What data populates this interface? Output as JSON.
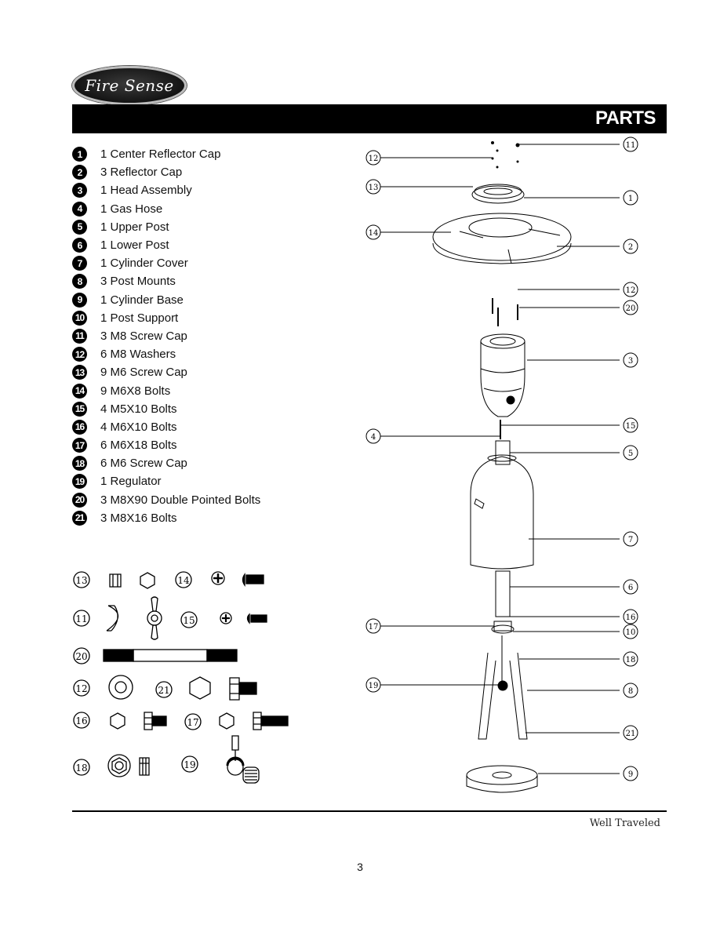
{
  "brand": {
    "logo_text": "Fire Sense"
  },
  "header": {
    "title": "PARTS"
  },
  "parts": [
    {
      "num": "1",
      "label": "1 Center Reflector Cap"
    },
    {
      "num": "2",
      "label": "3 Reflector Cap"
    },
    {
      "num": "3",
      "label": "1 Head Assembly"
    },
    {
      "num": "4",
      "label": "1 Gas Hose"
    },
    {
      "num": "5",
      "label": "1 Upper Post"
    },
    {
      "num": "6",
      "label": "1 Lower Post"
    },
    {
      "num": "7",
      "label": "1 Cylinder Cover"
    },
    {
      "num": "8",
      "label": "3 Post Mounts"
    },
    {
      "num": "9",
      "label": "1 Cylinder Base"
    },
    {
      "num": "10",
      "label": "1 Post Support"
    },
    {
      "num": "11",
      "label": "3 M8 Screw Cap"
    },
    {
      "num": "12",
      "label": "6 M8 Washers"
    },
    {
      "num": "13",
      "label": "9 M6 Screw Cap"
    },
    {
      "num": "14",
      "label": "9 M6X8 Bolts"
    },
    {
      "num": "15",
      "label": "4 M5X10 Bolts"
    },
    {
      "num": "16",
      "label": "4 M6X10 Bolts"
    },
    {
      "num": "17",
      "label": "6 M6X18 Bolts"
    },
    {
      "num": "18",
      "label": "6 M6 Screw Cap"
    },
    {
      "num": "19",
      "label": "1 Regulator"
    },
    {
      "num": "20",
      "label": "3 M8X90 Double Pointed Bolts"
    },
    {
      "num": "21",
      "label": "3 M8X16 Bolts"
    }
  ],
  "hardware_callouts": [
    "13",
    "14",
    "11",
    "15",
    "20",
    "12",
    "21",
    "16",
    "17",
    "18",
    "19"
  ],
  "diagram_callouts": [
    "11",
    "12",
    "13",
    "1",
    "14",
    "2",
    "12",
    "20",
    "3",
    "15",
    "4",
    "5",
    "7",
    "6",
    "16",
    "17",
    "10",
    "18",
    "19",
    "8",
    "21",
    "9"
  ],
  "footer": {
    "tagline": "Well Traveled",
    "page_number": "3"
  }
}
